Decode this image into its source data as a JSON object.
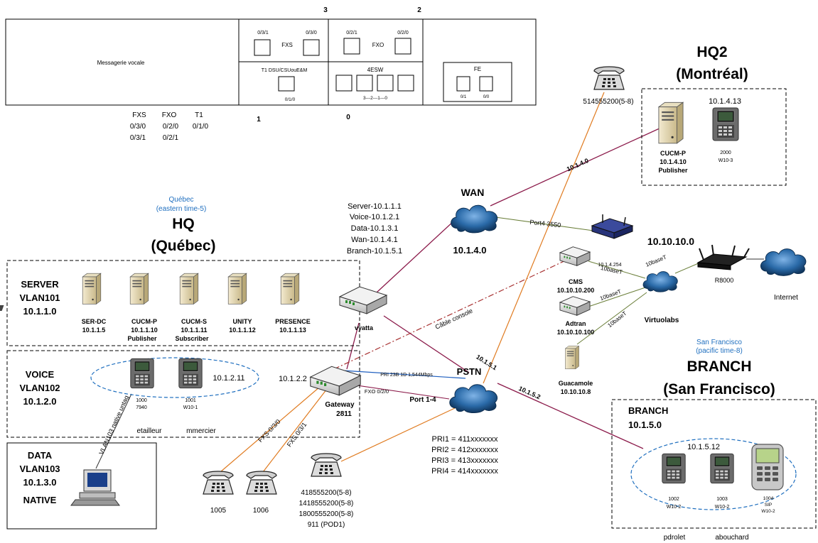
{
  "router_panel": {
    "voicemail": "Messagerie vocale",
    "slot_numbers": [
      "3",
      "2",
      "1",
      "0"
    ],
    "fxs_label": "FXS",
    "fxs_port_a": "0/3/1",
    "fxs_port_b": "0/3/0",
    "fxo_label": "FXO",
    "fxo_port_a": "0/2/1",
    "fxo_port_b": "0/2/0",
    "t1_label": "T1 DSU/CSUouE&M",
    "t1_port": "0/1/0",
    "esw_label": "4ESW",
    "esw_ports": "3---2---1---0",
    "fe_label": "FE",
    "fe_port_a": "0/1",
    "fe_port_b": "0/0"
  },
  "port_table": {
    "headers": [
      "FXS",
      "FXO",
      "T1"
    ],
    "row1": [
      "0/3/0",
      "0/2/0",
      "0/1/0"
    ],
    "row2": [
      "0/3/1",
      "0/2/1"
    ]
  },
  "hq": {
    "region": "Québec",
    "timezone": "(eastern time-5)",
    "title_line1": "HQ",
    "title_line2": "(Québec)"
  },
  "server_vlan": {
    "name": "SERVER",
    "vlan": "VLAN101",
    "subnet": "10.1.1.0",
    "servers": [
      {
        "name": "SER-DC",
        "ip": "10.1.1.5",
        "role": ""
      },
      {
        "name": "CUCM-P",
        "ip": "10.1.1.10",
        "role": "Publisher"
      },
      {
        "name": "CUCM-S",
        "ip": "10.1.1.11",
        "role": "Subscriber"
      },
      {
        "name": "UNITY",
        "ip": "10.1.1.12",
        "role": ""
      },
      {
        "name": "PRESENCE",
        "ip": "10.1.1.13",
        "role": ""
      }
    ]
  },
  "voice_vlan": {
    "name": "VOICE",
    "vlan": "VLAN102",
    "subnet": "10.1.2.0",
    "phone1_ext": "1000",
    "phone1_model": "7940",
    "phone2_ext": "1001",
    "phone2_model": "W10-1",
    "phone_ip": "10.1.2.11",
    "user1": "etailleur",
    "user2": "mmercier"
  },
  "data_vlan": {
    "name": "DATA",
    "vlan": "VLAN103",
    "subnet": "10.1.3.0",
    "native": "NATIVE",
    "link_label": "VLAN103 native untag"
  },
  "vyatta": {
    "name": "vyatta",
    "interfaces": [
      "Server-10.1.1.1",
      "Voice-10.1.2.1",
      "Data-10.1.3.1",
      "Wan-10.1.4.1",
      "Branch-10.1.5.1"
    ]
  },
  "gateway": {
    "name": "Gateway",
    "model": "2811",
    "ip": "10.1.2.2",
    "pri_link": "PRI 23B 1D 1,544Mbps",
    "fxo_link": "FXO 0/2/0",
    "port_label": "Port 1-4",
    "fxs1": "FXS-0/3/0",
    "fxs2": "FXS 0/3/1",
    "console": "Câble console"
  },
  "analog_phones": {
    "phone1": "1005",
    "phone2": "1006",
    "pstn_phone_numbers": [
      "418555200(5-8)",
      "1418555200(5-8)",
      "1800555200(5-8)",
      "911 (POD1)"
    ],
    "top_phone": "514555200(5-8)"
  },
  "wan": {
    "name": "WAN",
    "subnet": "10.1.4.0",
    "link_hq2": "10.1.4.0"
  },
  "pstn": {
    "name": "PSTN",
    "pri": [
      "PRI1 = 411xxxxxxx",
      "PRI2 = 412xxxxxxx",
      "PRI3 = 413xxxxxxx",
      "PRI4 = 414xxxxxxx"
    ],
    "link_vyatta": "10.1.5.1",
    "link_branch": "10.1.5.2"
  },
  "hq2": {
    "title_line1": "HQ2",
    "title_line2": "(Montréal)",
    "server_name": "CUCM-P",
    "server_ip": "10.1.4.10",
    "server_role": "Publisher",
    "phone_ip": "10.1.4.13",
    "phone_ext": "2000",
    "phone_model": "W10-3"
  },
  "virtuolabs": {
    "switch_port": "Port4 3550",
    "net": "10.10.10.0",
    "cms_ip_small": "10.1.4.254",
    "cms_name": "CMS",
    "cms_ip": "10.10.10.200",
    "adtran_name": "Adtran",
    "adtran_ip": "10.10.10.100",
    "guac_name": "Guacamole",
    "guac_ip": "10.10.10.8",
    "label": "Virtuolabs",
    "router": "R8000",
    "internet": "Internet",
    "link_label": "10baseT"
  },
  "branch": {
    "city": "San Francisco",
    "timezone": "(pacific time-8)",
    "title_line1": "BRANCH",
    "title_line2": "(San Francisco)",
    "box_title": "BRANCH",
    "subnet": "10.1.5.0",
    "phone_ip": "10.1.5.12",
    "phones": [
      {
        "ext": "1002",
        "model": "W10-2"
      },
      {
        "ext": "1003",
        "model": "W10-2"
      },
      {
        "ext": "1004",
        "proto": "SIP",
        "model": "W10-2"
      }
    ],
    "user1": "pdrolet",
    "user2": "abouchard"
  },
  "colors": {
    "wan_link": "#8b1a4a",
    "phone_link": "#e07b20",
    "pri_link": "#1f5fbf",
    "cloud": "#1e5a96",
    "accent_blue": "#1f6fbf"
  }
}
